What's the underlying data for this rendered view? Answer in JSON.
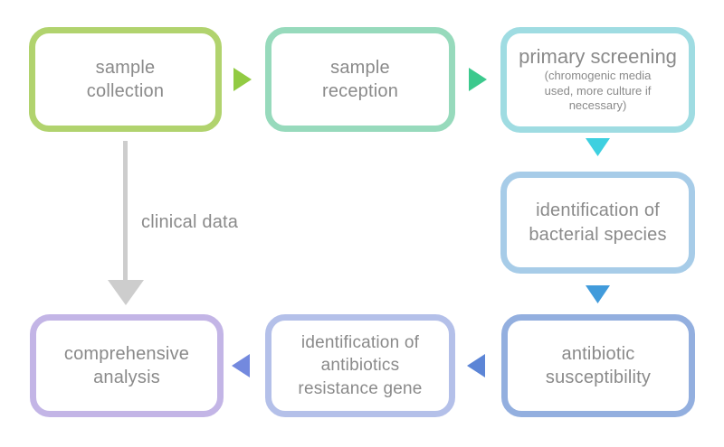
{
  "diagram": {
    "background_color": "#ffffff",
    "text_color": "#8a8a8a",
    "nodes": [
      {
        "id": "sample-collection",
        "label": "sample\ncollection",
        "border_color": "#b1d36e"
      },
      {
        "id": "sample-reception",
        "label": "sample\nreception",
        "border_color": "#97dabc"
      },
      {
        "id": "primary-screening",
        "label": "primary screening",
        "sublabel": "(chromogenic media\nused, more culture if\nnecessary)",
        "border_color": "#9fdce2"
      },
      {
        "id": "identification-of-bacterial-species",
        "label": "identification of\nbacterial species",
        "border_color": "#a7cce8"
      },
      {
        "id": "antibiotic-susceptibility",
        "label": "antibiotic\nsusceptibility",
        "border_color": "#93afdf"
      },
      {
        "id": "identification-of-antibiotics-resistance-gene",
        "label": "identification of\nantibiotics\nresistance gene",
        "border_color": "#b4c0e9"
      },
      {
        "id": "comprehensive-analysis",
        "label": "comprehensive\nanalysis",
        "border_color": "#c3b5e6"
      }
    ],
    "arrows": [
      {
        "name": "arrow-collection-to-reception",
        "direction": "right",
        "color": "#92cb43"
      },
      {
        "name": "arrow-reception-to-screening",
        "direction": "right",
        "color": "#3cc98d"
      },
      {
        "name": "arrow-screening-to-identification",
        "direction": "down",
        "color": "#3ed0e0"
      },
      {
        "name": "arrow-identification-to-susceptibility",
        "direction": "down",
        "color": "#419bdb"
      },
      {
        "name": "arrow-susceptibility-to-resistance-gene",
        "direction": "left",
        "color": "#5c85d6"
      },
      {
        "name": "arrow-resistance-gene-to-analysis",
        "direction": "left",
        "color": "#7389de"
      },
      {
        "name": "arrow-clinical-data",
        "direction": "down",
        "color": "#cdcdcd",
        "label": "clinical data"
      }
    ]
  }
}
